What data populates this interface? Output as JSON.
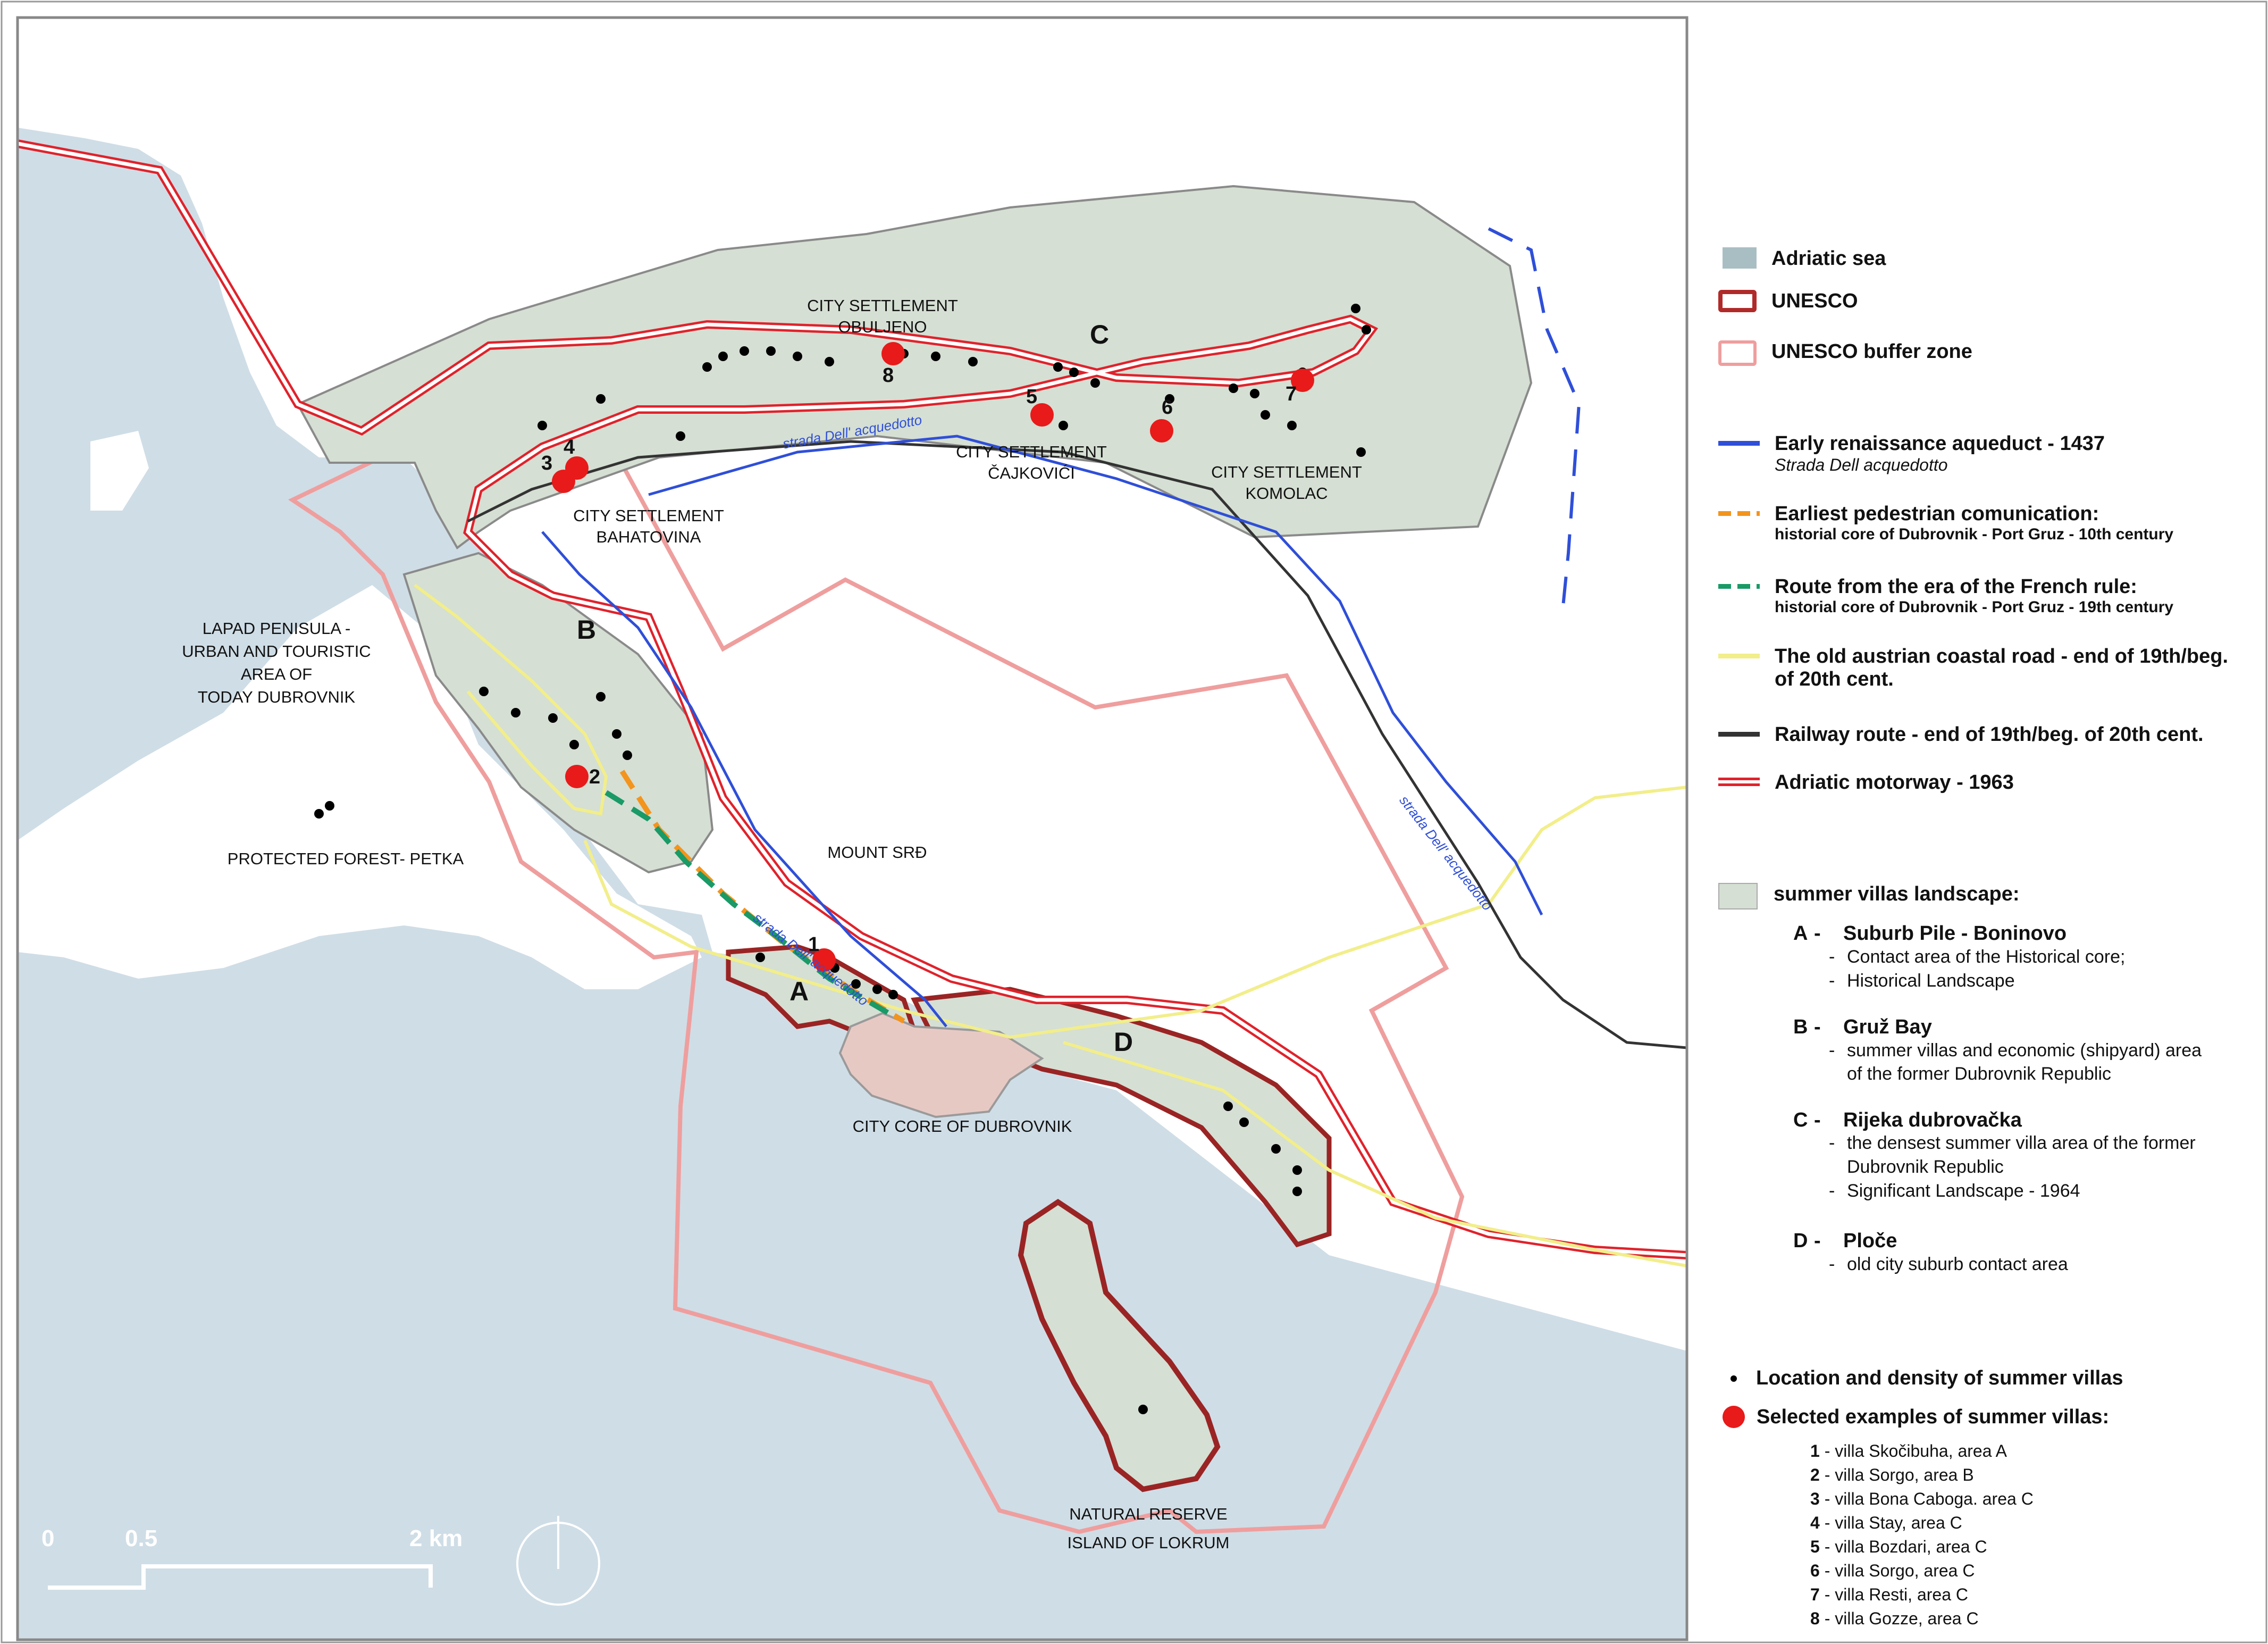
{
  "labels": {
    "c_obuljeno": "CITY SETTLEMENT\nOBULJENO",
    "c_cajkovici": "CITY SETTLEMENT\nČAJKOVIĆI",
    "c_komolac": "CITY SETTLEMENT\nKOMOLAC",
    "c_bahatovina": "CITY SETTLEMENT\nBAHATOVINA",
    "lapad": "LAPAD PENISULA -\nURBAN AND TOURISTIC AREA OF\nTODAY DUBROVNIK",
    "petka": "PROTECTED FOREST- PETKA",
    "srd": "MOUNT SRĐ",
    "core": "CITY CORE OF DUBROVNIK",
    "lokrum": "NATURAL RESERVE\nISLAND OF LOKRUM",
    "aqueduct1": "strada Dell' acquedotto",
    "aqueduct2": "strada Dell' acquedotto",
    "aqueduct3": "strada Dell' acquedotto",
    "area_a": "A",
    "area_b": "B",
    "area_c": "C",
    "area_d": "D",
    "n1": "1",
    "n2": "2",
    "n3": "3",
    "n4": "4",
    "n5": "5",
    "n6": "6",
    "n7": "7",
    "n8": "8"
  },
  "scale": {
    "t0": "0",
    "t05": "0.5",
    "t2": "2 km"
  },
  "legend": {
    "sea": "Adriatic sea",
    "unesco": "UNESCO",
    "buffer": "UNESCO buffer zone",
    "aqueduct": "Early renaissance aqueduct - 1437",
    "aqueduct_sub": "Strada Dell acquedotto",
    "pedestrian": "Earliest pedestrian comunication:",
    "pedestrian_sub": "historial core of Dubrovnik - Port Gruz - 10th century",
    "french": "Route from the era of the French rule:",
    "french_sub": "historial core of Dubrovnik - Port Gruz - 19th century",
    "austrian1": "The old austrian coastal road - end of 19th/beg.",
    "austrian2": "of 20th cent.",
    "railway": "Railway route - end of 19th/beg. of 20th cent.",
    "motorway": "Adriatic motorway - 1963",
    "villas_landscape": "summer villas landscape:",
    "colors": {
      "sea": "#cfdde6",
      "sea_swatch": "#a9bec2",
      "land": "#ffffff",
      "villa_zone": "#d5dfd3",
      "unesco": "#b02a2a",
      "buffer": "#ef9e9e",
      "aqueduct": "#2f4fd8",
      "pedestrian": "#f3941d",
      "french": "#1a9a66",
      "austrian": "#f2ee8a",
      "railway": "#333333",
      "motorway": "#e0222b",
      "villa_dot": "#000000",
      "selected": "#e81a1a"
    }
  },
  "areas": [
    {
      "letter": "A",
      "name": "Suburb Pile - Boninovo",
      "items": [
        "Contact area of the Historical core;",
        "Historical Landscape"
      ]
    },
    {
      "letter": "B",
      "name": "Gruž Bay",
      "items": [
        "summer villas and economic (shipyard) area",
        "of the former Dubrovnik Republic"
      ]
    },
    {
      "letter": "C",
      "name": "Rijeka dubrovačka",
      "items": [
        "the densest summer villa area of the former",
        "Dubrovnik Republic",
        "Significant Landscape - 1964"
      ]
    },
    {
      "letter": "D",
      "name": "Ploče",
      "items": [
        "old city suburb contact area"
      ]
    }
  ],
  "villas": {
    "density": "Location and density of summer villas",
    "selected": "Selected examples of summer villas:",
    "list": [
      {
        "n": "1",
        "t": " - villa Skočibuha, area A"
      },
      {
        "n": "2",
        "t": " - villa Sorgo, area B"
      },
      {
        "n": "3",
        "t": " - villa Bona Caboga. area  C"
      },
      {
        "n": "4",
        "t": " - villa Stay, area  C"
      },
      {
        "n": "5",
        "t": " - villa Bozdari, area  C"
      },
      {
        "n": "6",
        "t": " - villa Sorgo, area  C"
      },
      {
        "n": "7",
        "t": " - villa Resti, area  C"
      },
      {
        "n": "8",
        "t": " - villa Gozze, area  C"
      }
    ]
  }
}
